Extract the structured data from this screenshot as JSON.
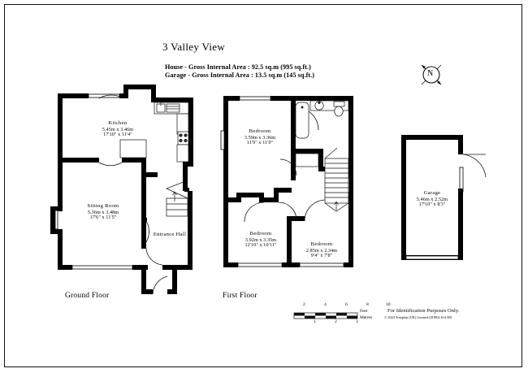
{
  "document": {
    "title": "3 Valley View",
    "areas": [
      "House - Gross Internal Area  :   92.5 sq.m    (995 sq.ft.)",
      "Garage - Gross Internal Area  :   13.5 sq.m    (145 sq.ft.)"
    ]
  },
  "floors": [
    {
      "id": "ground",
      "label": "Ground Floor"
    },
    {
      "id": "first",
      "label": "First Floor"
    }
  ],
  "rooms": {
    "kitchen": {
      "name": "Kitchen",
      "metric": "5.45m  x  3.46m",
      "imperial": "17'10\"  x  11'4\""
    },
    "sitting_room": {
      "name": "Sitting Room",
      "metric": "5.36m  x  3.48m",
      "imperial": "17'6\"  x  11'5\""
    },
    "entrance_hall": {
      "name": "Entrance Hall",
      "metric": "",
      "imperial": ""
    },
    "bedroom1": {
      "name": "Bedroom",
      "metric": "3.59m  x  3.36m",
      "imperial": "11'9\"  x  11'0\""
    },
    "bedroom2": {
      "name": "Bedroom",
      "metric": "3.92m  x  3.35m",
      "imperial": "12'10\"  x  10'11\""
    },
    "bedroom3": {
      "name": "Bedroom",
      "metric": "2.85m  x  2.34m",
      "imperial": "9'4\"  x  7'8\""
    },
    "garage": {
      "name": "Garage",
      "metric": "5.46m  x  2.52m",
      "imperial": "17'10\"  x  8'3\""
    }
  },
  "compass": {
    "letter": "N"
  },
  "scale": {
    "feet_ticks": [
      "2",
      "4",
      "6",
      "8",
      "10"
    ],
    "metre_ticks": [
      "1",
      "2",
      "3"
    ],
    "feet_label": "Feet",
    "metres_label": "Metres"
  },
  "footer": {
    "identification": "For Identification Purposes Only.",
    "copyright": "© 2024 Trueplan (UK) Limited  (01892) 614 881"
  },
  "colors": {
    "wall": "#000000",
    "line": "#1a1a1a",
    "paper": "#ffffff",
    "border": "#111111"
  }
}
